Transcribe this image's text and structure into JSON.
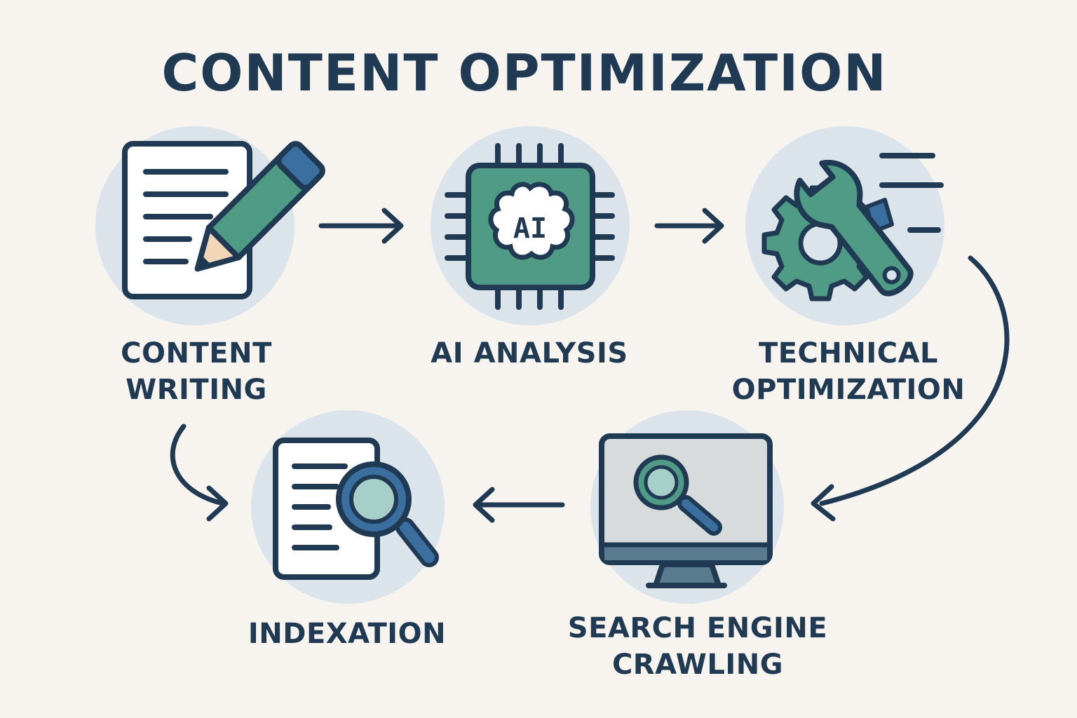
{
  "title": "CONTENT OPTIMIZATION",
  "steps": [
    {
      "id": "content-writing",
      "lines": [
        "CONTENT",
        "WRITING"
      ],
      "icon": "document-pencil-icon"
    },
    {
      "id": "ai-analysis",
      "lines": [
        "AI ANALYSIS"
      ],
      "icon": "ai-chip-icon",
      "chip_text": "AI"
    },
    {
      "id": "technical-optimization",
      "lines": [
        "TECHNICAL",
        "OPTIMIZATION"
      ],
      "icon": "gear-wrench-icon"
    },
    {
      "id": "search-engine-crawling",
      "lines": [
        "SEARCH ENGINE",
        "CRAWLING"
      ],
      "icon": "monitor-magnifier-icon"
    },
    {
      "id": "indexation",
      "lines": [
        "INDEXATION"
      ],
      "icon": "document-magnifier-icon"
    }
  ],
  "flow": [
    [
      "content-writing",
      "ai-analysis"
    ],
    [
      "ai-analysis",
      "technical-optimization"
    ],
    [
      "technical-optimization",
      "search-engine-crawling"
    ],
    [
      "search-engine-crawling",
      "indexation"
    ],
    [
      "content-writing",
      "indexation"
    ]
  ],
  "colors": {
    "background": "#f7f4ef",
    "navy": "#1f3a52",
    "teal": "#4f9b86",
    "blue": "#3a6fa0",
    "circle": "#dae4ea",
    "paper": "#ffffff",
    "screen": "#d7dbdc",
    "lens": "#a7cfc9"
  }
}
